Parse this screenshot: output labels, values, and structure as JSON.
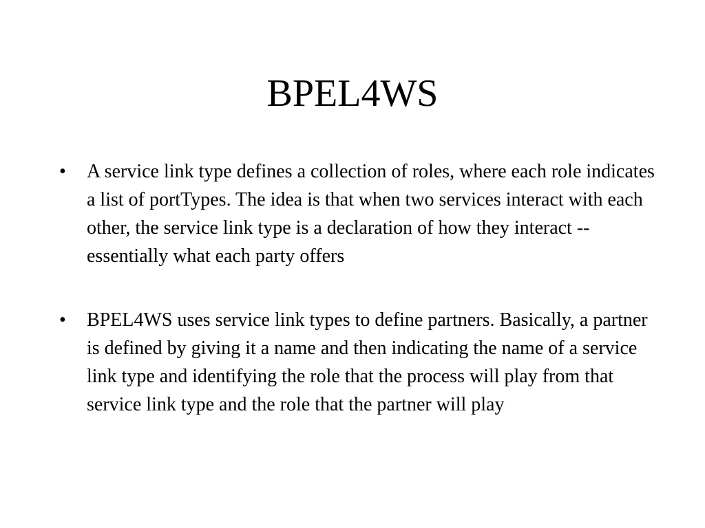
{
  "slide": {
    "title": "BPEL4WS",
    "bullet_symbol": "•",
    "bullets": [
      {
        "text": "A service link type defines a collection of roles, where each role indicates a list of portTypes. The idea is that when two services interact with each other, the service link type is a declaration of how they interact -- essentially what each party offers"
      },
      {
        "text": "BPEL4WS uses service link types to define partners. Basically, a partner is defined by giving it a name and then indicating the name of a service link type and identifying the role that the process will play from that service link type and the role that the partner will play"
      }
    ]
  }
}
